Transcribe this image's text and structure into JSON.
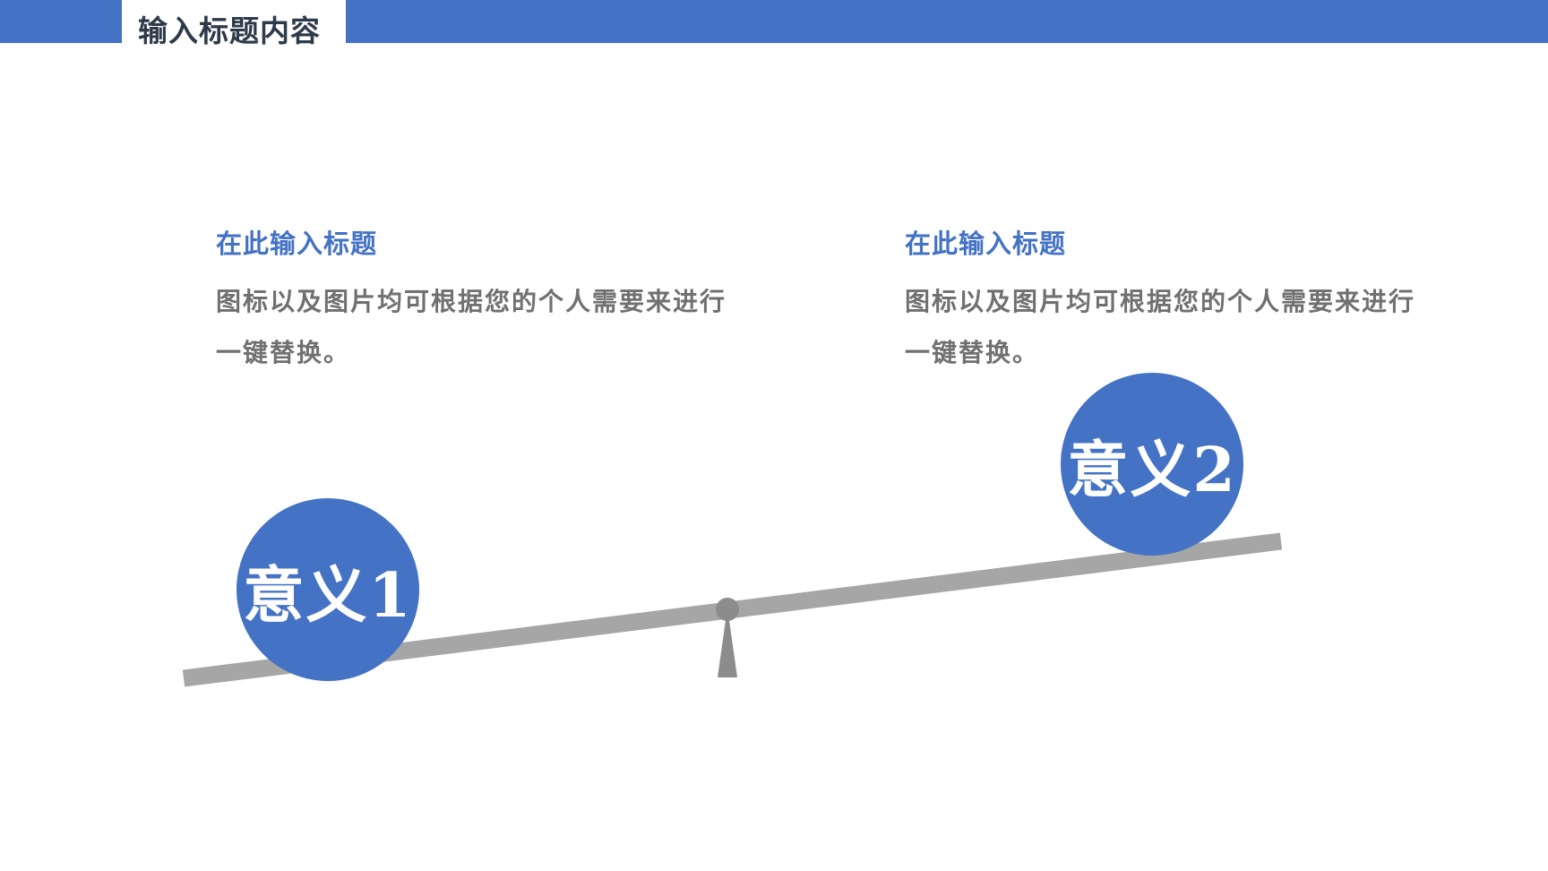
{
  "header": {
    "title": "输入标题内容"
  },
  "blocks": [
    {
      "title": "在此输入标题",
      "body": "图标以及图片均可根据您的个人需要来进行一键替换。"
    },
    {
      "title": "在此输入标题",
      "body": "图标以及图片均可根据您的个人需要来进行一键替换。"
    }
  ],
  "seesaw": {
    "left_label": "意义1",
    "right_label": "意义2"
  },
  "colors": {
    "accent": "#4472c4",
    "beam": "#a6a6a6",
    "pivot": "#8c8c8c",
    "body_text": "#707070",
    "title_text": "#2d3a4a"
  }
}
